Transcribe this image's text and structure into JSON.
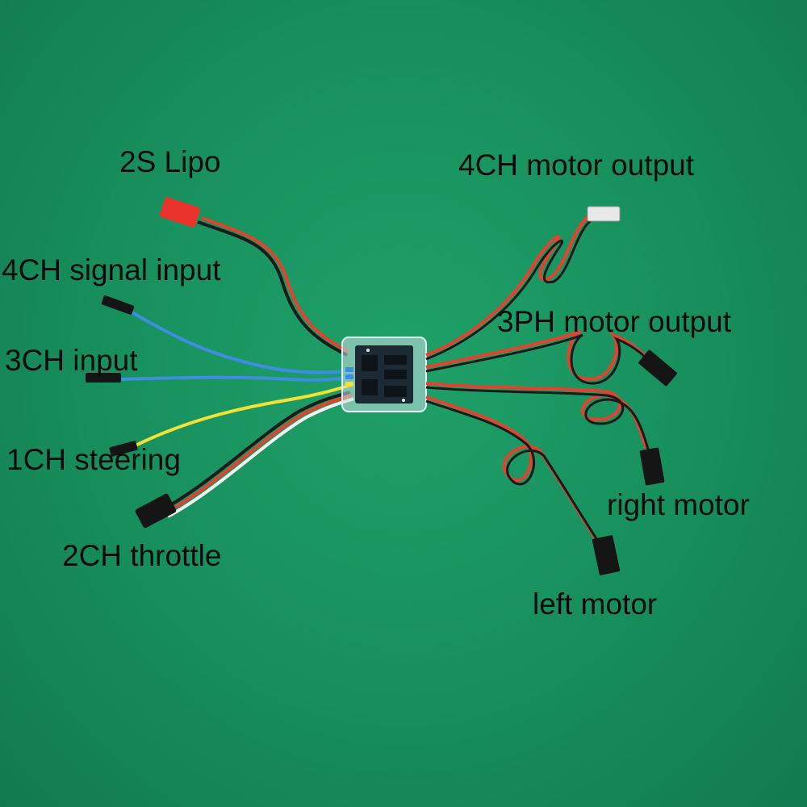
{
  "labels": {
    "lipo": "2S Lipo",
    "ch4_signal_input": "4CH signal input",
    "ch3_input": "3CH input",
    "ch1_steering": "1CH steering",
    "ch2_throttle": "2CH throttle",
    "ch4_motor_output": "4CH motor output",
    "ph3_motor_output": "3PH motor output",
    "right_motor": "right motor",
    "left_motor": "left motor"
  },
  "colors": {
    "background": "#178e5c",
    "wire_red": "#e2432f",
    "wire_black": "#1a1a1a",
    "wire_blue": "#3c8fe0",
    "wire_yellow": "#f2e233",
    "wire_white": "#f2f2f2",
    "connector_red": "#e8322a",
    "connector_black": "#151515",
    "connector_white": "#e8e8e8"
  }
}
